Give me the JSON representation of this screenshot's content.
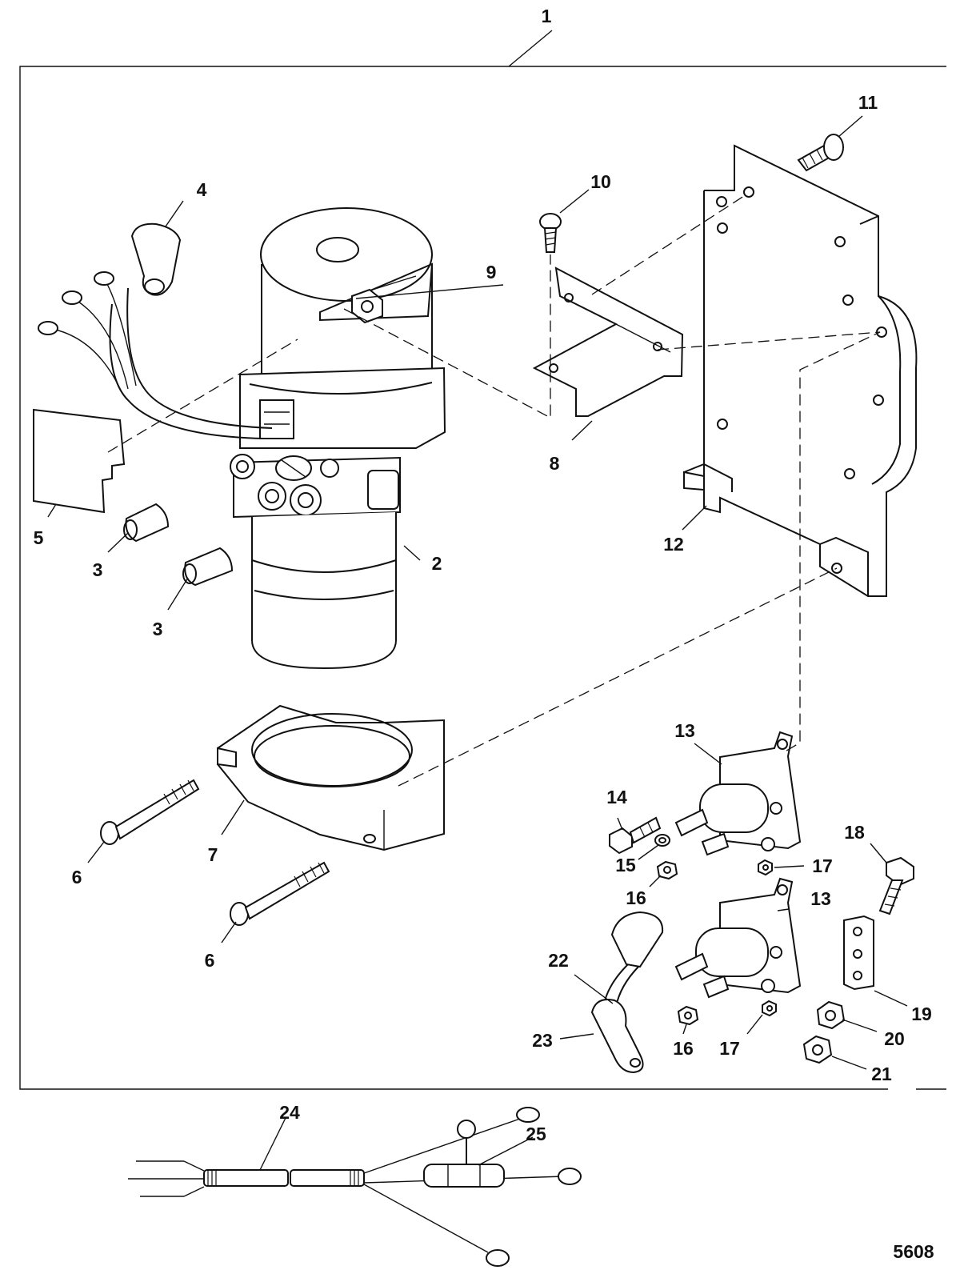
{
  "callouts": {
    "c1": "1",
    "c2": "2",
    "c3a": "3",
    "c3b": "3",
    "c4": "4",
    "c5": "5",
    "c6a": "6",
    "c6b": "6",
    "c7": "7",
    "c8": "8",
    "c9": "9",
    "c10": "10",
    "c11": "11",
    "c12": "12",
    "c13a": "13",
    "c13b": "13",
    "c14": "14",
    "c15": "15",
    "c16a": "16",
    "c16b": "16",
    "c17a": "17",
    "c17b": "17",
    "c18": "18",
    "c19": "19",
    "c20": "20",
    "c21": "21",
    "c22": "22",
    "c23": "23",
    "c24": "24",
    "c25": "25"
  },
  "figure_id": "5608",
  "colors": {
    "ink": "#111111",
    "background": "#ffffff"
  }
}
